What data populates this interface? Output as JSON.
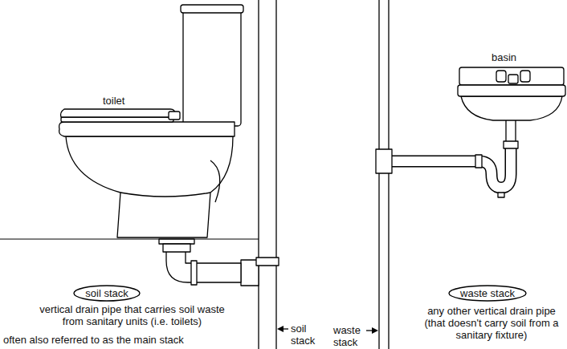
{
  "diagram": {
    "nodes": [
      {
        "text": [
          "soil stack"
        ]
      },
      {
        "text": [
          "waste stack"
        ]
      }
    ],
    "labels": [
      "toilet",
      "basin",
      "vertical drain pipe that carries soil waste from sanitary units (i.e. toilets)",
      "often also referred to as the main stack",
      "any other vertical drain pipe (that doesn't carry soil from a sanitary fixture)",
      "soil stack",
      "waste stack"
    ]
  }
}
